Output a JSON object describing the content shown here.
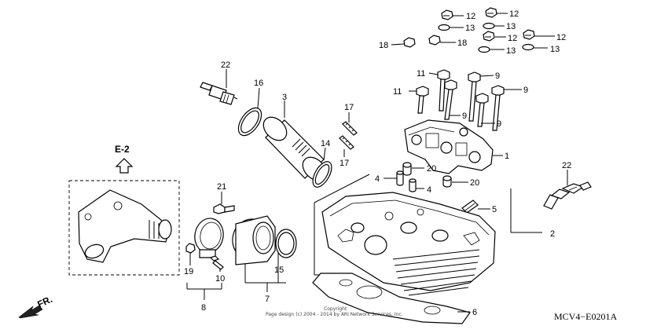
{
  "diagram": {
    "code": "MCV4−E0201A",
    "section_ref": "E-2",
    "direction_label": "FR.",
    "copyright_line1": "Copyright",
    "copyright_line2": "Page design (c) 2004 - 2014 by ARI Network Services, Inc."
  },
  "callouts": {
    "c1": "1",
    "c2": "2",
    "c3": "3",
    "c4a": "4",
    "c4b": "4",
    "c5": "5",
    "c6": "6",
    "c7": "7",
    "c8": "8",
    "c9a": "9",
    "c9b": "9",
    "c9c": "9",
    "c9d": "9",
    "c10": "10",
    "c11a": "11",
    "c11b": "11",
    "c12a": "12",
    "c12b": "12",
    "c12c": "12",
    "c12d": "12",
    "c13a": "13",
    "c13b": "13",
    "c13c": "13",
    "c13d": "13",
    "c14": "14",
    "c15": "15",
    "c16": "16",
    "c17a": "17",
    "c17b": "17",
    "c18a": "18",
    "c18b": "18",
    "c19": "19",
    "c20a": "20",
    "c20b": "20",
    "c21": "21",
    "c22a": "22",
    "c22b": "22"
  }
}
